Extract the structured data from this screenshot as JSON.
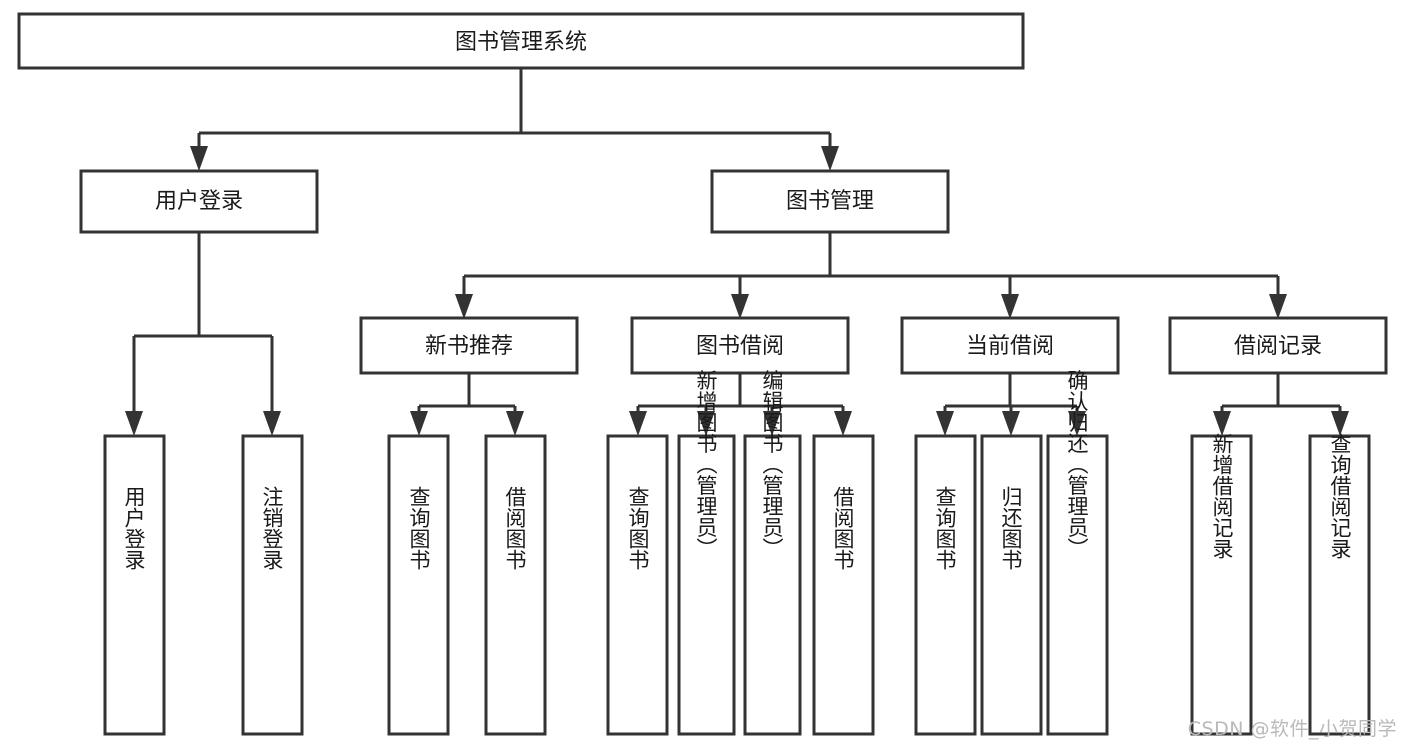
{
  "diagram": {
    "type": "tree",
    "title": "图书管理系统",
    "orientation": "top-down",
    "levels": 4,
    "colors": {
      "box_fill": "#ffffff",
      "box_stroke": "#333333",
      "text": "#1a1a1a",
      "connector": "#333333",
      "watermark": "#b9b9b9",
      "background": "#ffffff"
    },
    "root": {
      "label": "图书管理系统"
    },
    "level2": [
      {
        "label": "用户登录"
      },
      {
        "label": "图书管理"
      }
    ],
    "level3": [
      {
        "label": "新书推荐"
      },
      {
        "label": "图书借阅"
      },
      {
        "label": "当前借阅"
      },
      {
        "label": "借阅记录"
      }
    ],
    "leaves": {
      "user_login": [
        {
          "label": "用户登录"
        },
        {
          "label": "注销登录"
        }
      ],
      "new_book_recommend": [
        {
          "label": "查询图书"
        },
        {
          "label": "借阅图书"
        }
      ],
      "book_borrow": [
        {
          "label": "查询图书"
        },
        {
          "label": "新增图书（管理员）"
        },
        {
          "label": "编辑图书（管理员）"
        },
        {
          "label": "借阅图书"
        }
      ],
      "current_borrow": [
        {
          "label": "查询图书"
        },
        {
          "label": "归还图书"
        },
        {
          "label": "确认归还（管理员）"
        }
      ],
      "borrow_record": [
        {
          "label": "新增借阅记录"
        },
        {
          "label": "查询借阅记录"
        }
      ]
    }
  },
  "watermark": {
    "text": "CSDN @软件_小贺同学"
  }
}
